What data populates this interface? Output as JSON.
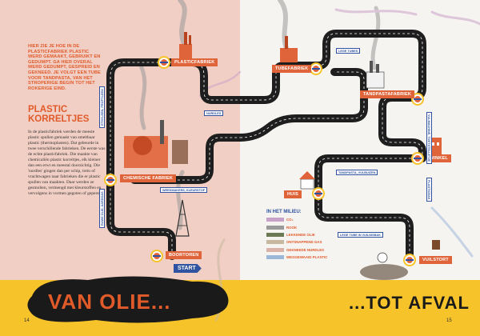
{
  "intro": "Hier zie je hoe in de plasticfabriek plastic werd gemaakt, gebruikt en gedumpt. Ga hier overal werd gedumpt, gespreid en gekneed. Je volgt een tube voor tandpasta, van het stroperige begin tot het rokerige eind.",
  "heading": "Plastic korreltjes",
  "body": "In de plasticfabriek werden de meeste plastic spullen gemaakt van smeltbaar plastic (thermoplasten). Dat gebeurde in twee verschillende fabrieken. De eerste was de echte plasticfabriek. Die maakte van chemicaliën plastic korreltjes, elk kleiner dan een erwt en meestal doorzichtig. Die 'nurdles' gingen dan per schip, trein of vrachtwagen naar fabrieken die er plastic spullen van maakten. Daar werden ze gesmolten, vermengd met kleurstoffen en vervolgens in vormen gegoten of geperst.",
  "stations": {
    "plasticfabriek": "Plasticfabriek",
    "tubefabriek": "Tubefabriek",
    "tandpastafabriek": "Tandpastafabriek",
    "chemische_fabriek": "Chemische fabriek",
    "huis": "Huis",
    "winkel": "Winkel",
    "boortoren": "Boortoren",
    "vuilstort": "Vuilstort",
    "start": "Start"
  },
  "roads": {
    "legetubes": "Lege tubes",
    "nurdles": "Nurdles",
    "plastickorrels": "Ethyleen, propyleen",
    "weekmakers": "Weekmakers, kleurstof",
    "tandpasta": "Tandpasta, vulbuizen",
    "legetube_vuil": "Lege tube in vuilnisbak",
    "olie": "Ruwe olie, aardgas",
    "mini_tube": "Vulmachine, toetstelletje",
    "plasticbak": "Plasticbak"
  },
  "legend": {
    "title": "In het milieu:",
    "items": [
      {
        "label": "CO₂",
        "color": "#c9a2c9"
      },
      {
        "label": "Rook",
        "color": "#9a9a9a"
      },
      {
        "label": "Lekkende olie",
        "color": "#6b7a55"
      },
      {
        "label": "Ontsnappend gas",
        "color": "#c7b8a0"
      },
      {
        "label": "Gekneede nurdles",
        "color": "#d9b3a8"
      },
      {
        "label": "Weggewaaid plastic",
        "color": "#9cb8d8"
      }
    ]
  },
  "title_left": "VAN OLIE...",
  "title_right": "...TOT AFVAL",
  "page_left": "14",
  "page_right": "15",
  "colors": {
    "accent": "#e05a2a",
    "blue": "#2f53a0",
    "road": "#1e1e1e",
    "yellow": "#f6c42a"
  }
}
